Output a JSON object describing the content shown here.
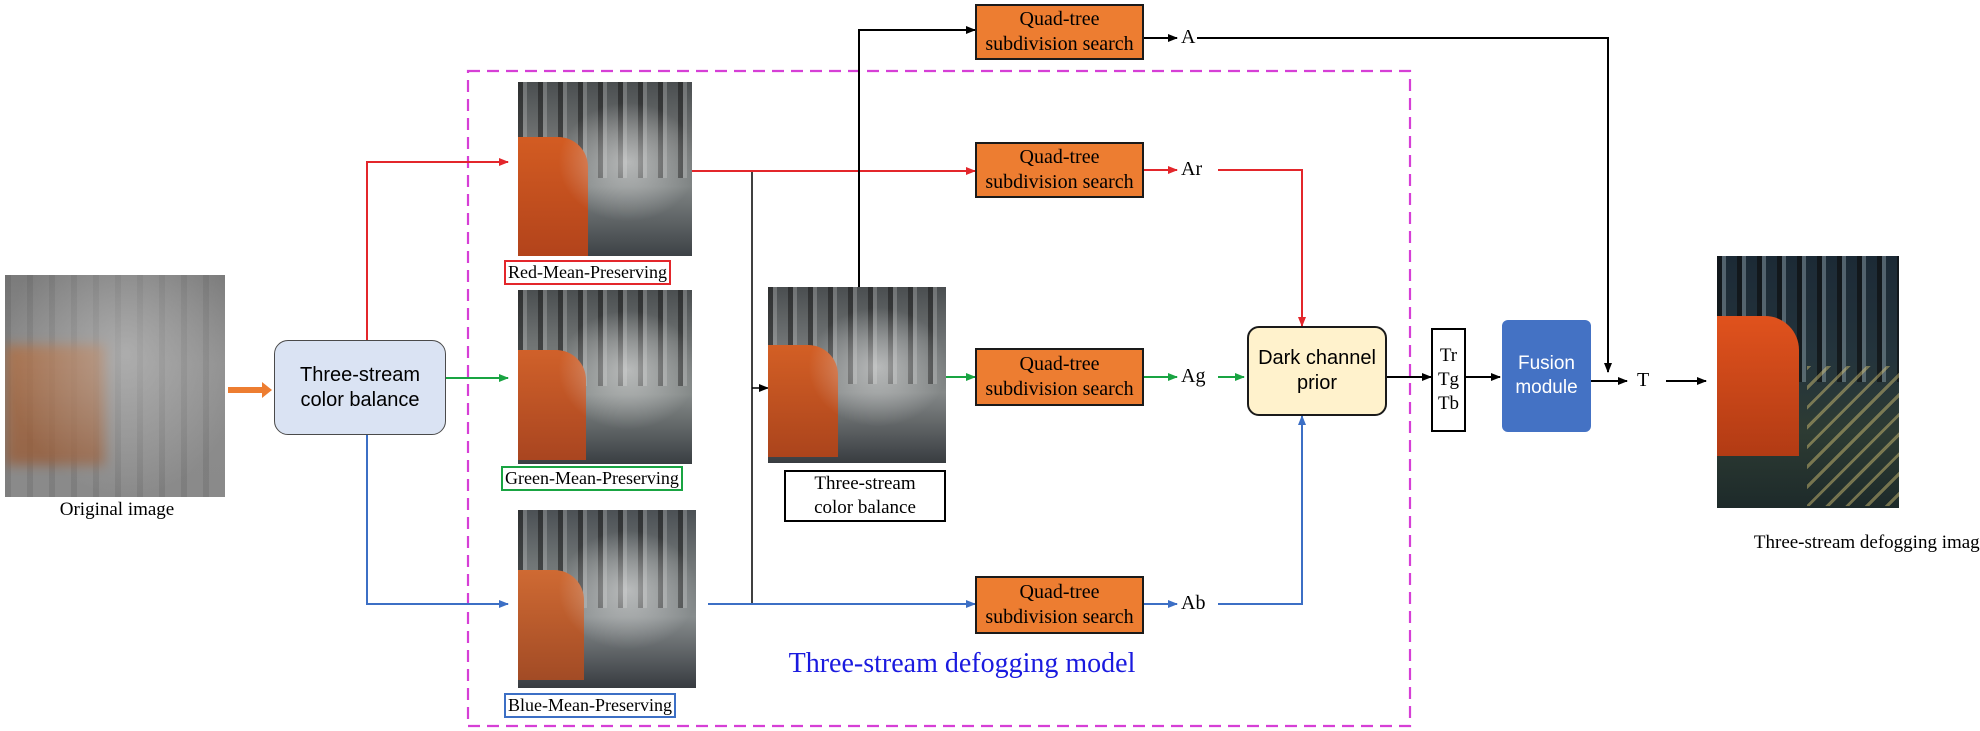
{
  "left": {
    "original_label": "Original image",
    "balance_box": "Three-stream\ncolor balance"
  },
  "streams": {
    "red_label": "Red-Mean-Preserving",
    "green_label": "Green-Mean-Preserving",
    "blue_label": "Blue-Mean-Preserving"
  },
  "middle": {
    "balance_label": "Three-stream\ncolor balance",
    "model_title": "Three-stream defogging model"
  },
  "quadtree": {
    "label": "Quad-tree\nsubdivision search",
    "out_a": "A",
    "out_ar": "Ar",
    "out_ag": "Ag",
    "out_ab": "Ab"
  },
  "right": {
    "dcp": "Dark channel\nprior",
    "tr": "Tr",
    "tg": "Tg",
    "tb": "Tb",
    "fusion": "Fusion\nmodule",
    "t": "T",
    "result_label": "Three-stream defogging image"
  },
  "colors": {
    "red": "#e3262b",
    "green": "#19a442",
    "blue": "#3c6fc5",
    "magenta": "#d63fd6",
    "orange": "#ed7d31",
    "fusion_blue": "#4472c4",
    "lavender": "#dae3f3",
    "cream": "#fff2cc",
    "title_blue": "#1a1adf"
  }
}
